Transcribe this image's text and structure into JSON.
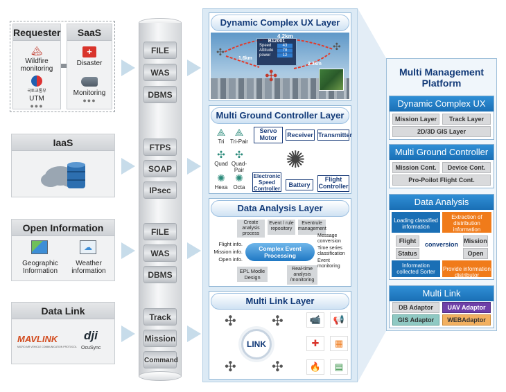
{
  "left": {
    "requester": {
      "title": "Requester",
      "item1_label": "Wildfire\nmonitoring",
      "item2_label": "UTM",
      "ministry": "국토교통부",
      "dots": "●●●"
    },
    "saas": {
      "title": "SaaS",
      "item1_label": "Disaster",
      "item2_label": "Monitoring",
      "dots": "●●●"
    },
    "iaas": {
      "title": "IaaS"
    },
    "open_info": {
      "title": "Open Information",
      "item1_label": "Geographic\nInformation",
      "item2_label": "Weather\ninformation"
    },
    "data_link": {
      "title": "Data Link",
      "mavlink": "MAVLINK",
      "mavlink_sub": "MICRO AIR VEHICLE COMMUNICATION PROTOCOL",
      "dji": "dji",
      "ocusync": "OcuSync"
    }
  },
  "pillar": {
    "group1": [
      "FILE",
      "WAS",
      "DBMS"
    ],
    "group2": [
      "FTPS",
      "SOAP",
      "IPsec"
    ],
    "group3": [
      "FILE",
      "WAS",
      "DBMS"
    ],
    "group4": [
      "Track",
      "Mission",
      "Command"
    ]
  },
  "center": {
    "ux": {
      "title": "Dynamic Complex UX Layer",
      "distance1": "4.2km",
      "distance2": "1.6km",
      "distance3": "2.3km",
      "panel_id": "B12001",
      "panel_rows": [
        {
          "label": "Speed",
          "value": "43"
        },
        {
          "label": "Attitude",
          "value": "78"
        },
        {
          "label": "power",
          "value": "12"
        }
      ]
    },
    "mgc": {
      "title": "Multi Ground Controller Layer",
      "frames": [
        "Tri",
        "Tri-Pair",
        "Quad",
        "Quad-Pair",
        "Hexa",
        "Octa"
      ],
      "servo": "Servo\nMotor",
      "receiver": "Receiver",
      "transmitter": "Transmitter",
      "esc": "Electronic\nSpeed\nController",
      "battery": "Battery",
      "flight": "Flight\nController"
    },
    "da": {
      "title": "Data Analysis Layer",
      "cep": "Complex Event\nProcessing",
      "create": "Create\nanalysis\nprocess",
      "repo": "Event / rule\nrepository",
      "mgmt": "Eventrule\nmanagement",
      "inputs": [
        "Flight info.",
        "Mission info.",
        "Open info."
      ],
      "msg": "Message\nconversion",
      "ts": "Time series\nclassification",
      "evmon": "Event\nmonitoring",
      "epl": "EPL Modle\nDesign",
      "rt": "Real-time\nanalysis\n/monitoring"
    },
    "ml": {
      "title": "Multi Link Layer",
      "link": "LINK"
    }
  },
  "right": {
    "title": "Multi Management\nPlatform",
    "ux": {
      "head": "Dynamic Complex UX",
      "chips": [
        "Mission Layer",
        "Track Layer",
        "2D/3D GIS Layer"
      ]
    },
    "mgc": {
      "head": "Multi Ground Controller",
      "chips": [
        "Mission Cont.",
        "Device Cont.",
        "Pro-Poilot Flight Cont."
      ]
    },
    "da": {
      "head": "Data Analysis",
      "loading": "Loading classified\ninformation",
      "extraction": "Extraction of\ndistribution\ninformation",
      "flight": "Flight",
      "status": "Status",
      "conversion": "conversion",
      "mission": "Mission",
      "open": "Open",
      "collected": "Information\ncollected Sorter",
      "provide": "Provide information\ndistributor"
    },
    "ml": {
      "head": "Multi Link",
      "chips": [
        "DB Adaptor",
        "UAV Adaptor",
        "GIS Adaptor",
        "WEBAdaptor"
      ]
    }
  },
  "colors": {
    "accent_blue": "#1a6fb5",
    "orange": "#f07b1a",
    "dark_blue": "#123a78"
  }
}
